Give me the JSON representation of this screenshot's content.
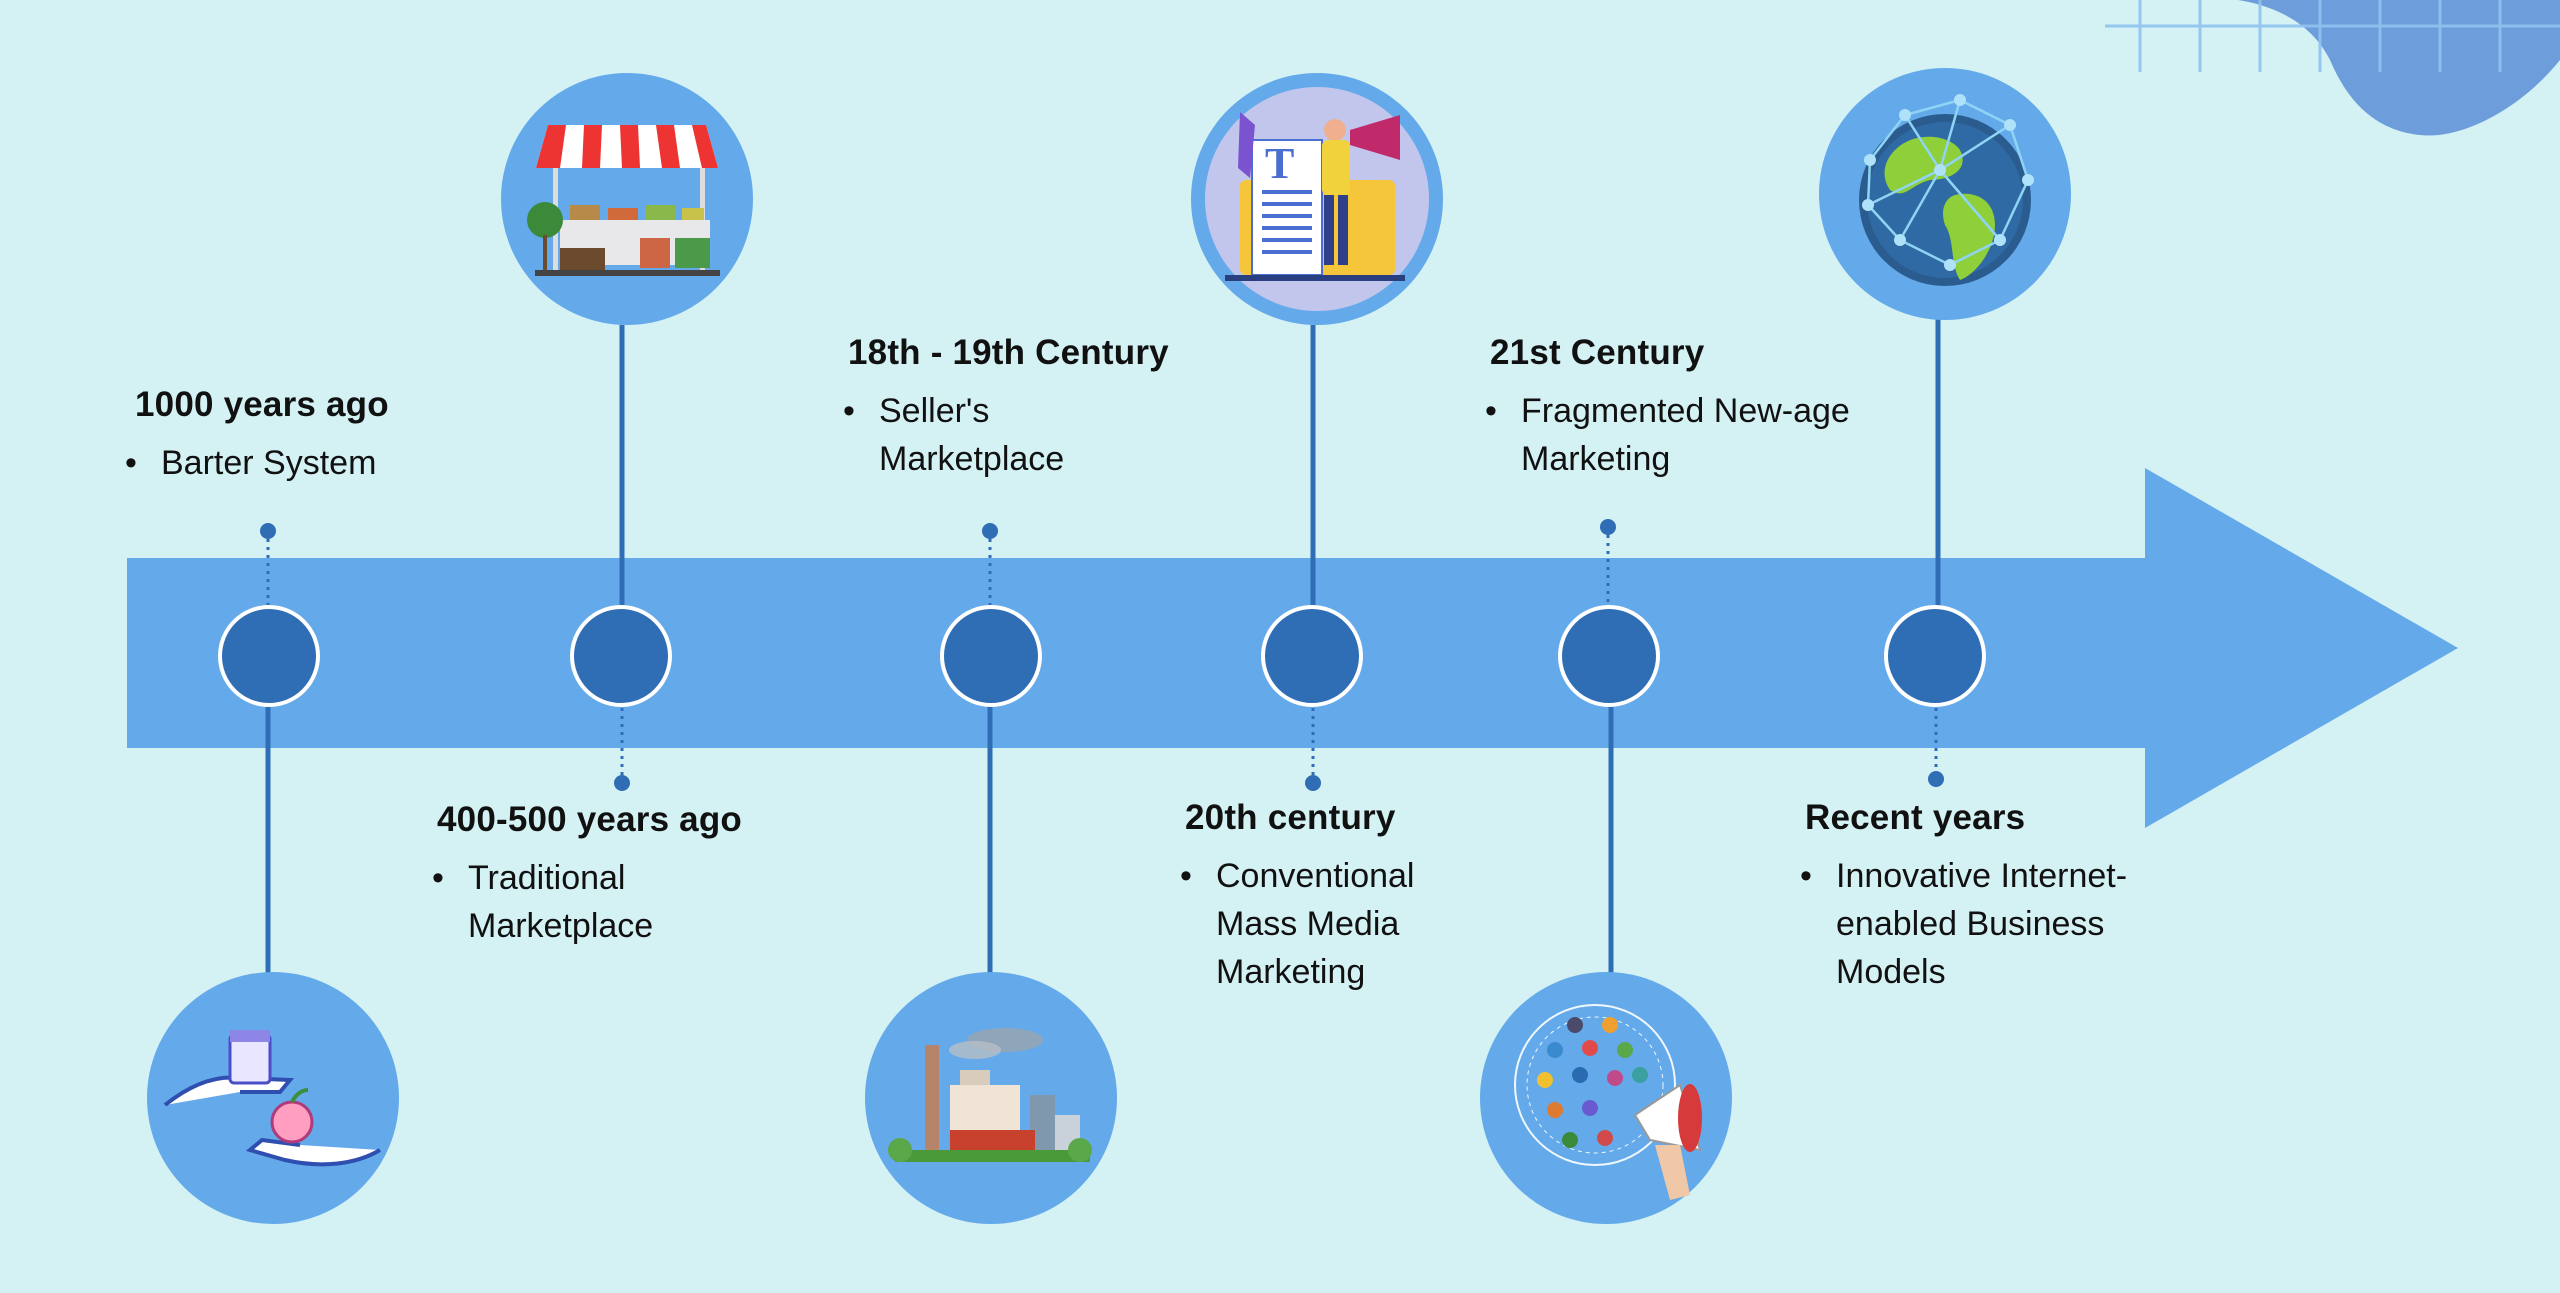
{
  "timeline": {
    "eras": [
      {
        "id": "barter",
        "title": "1000 years ago",
        "bullet": "Barter System",
        "icon": "hands-exchange-icon"
      },
      {
        "id": "traditional",
        "title": "400-500 years ago",
        "bullet": "Traditional Marketplace",
        "icon": "market-stall-icon"
      },
      {
        "id": "sellers",
        "title": "18th - 19th Century",
        "bullet": "Seller's Marketplace",
        "icon": "factory-icon"
      },
      {
        "id": "mass-media",
        "title": "20th century",
        "bullet": "Conventional Mass Media Marketing",
        "icon": "megaphone-man-icon"
      },
      {
        "id": "fragmented",
        "title": "21st Century",
        "bullet": "Fragmented New-age Marketing",
        "icon": "digital-megaphone-icon"
      },
      {
        "id": "recent",
        "title": "Recent years",
        "bullet": "Innovative Internet-enabled Business Models",
        "icon": "network-globe-icon"
      }
    ]
  },
  "colors": {
    "background": "#d4f1f4",
    "arrow": "#64aaea",
    "node": "#2f6db5",
    "connector": "#2f6db5",
    "icon_circle": "#64aaea",
    "decor_blob": "#5b8fd6"
  }
}
